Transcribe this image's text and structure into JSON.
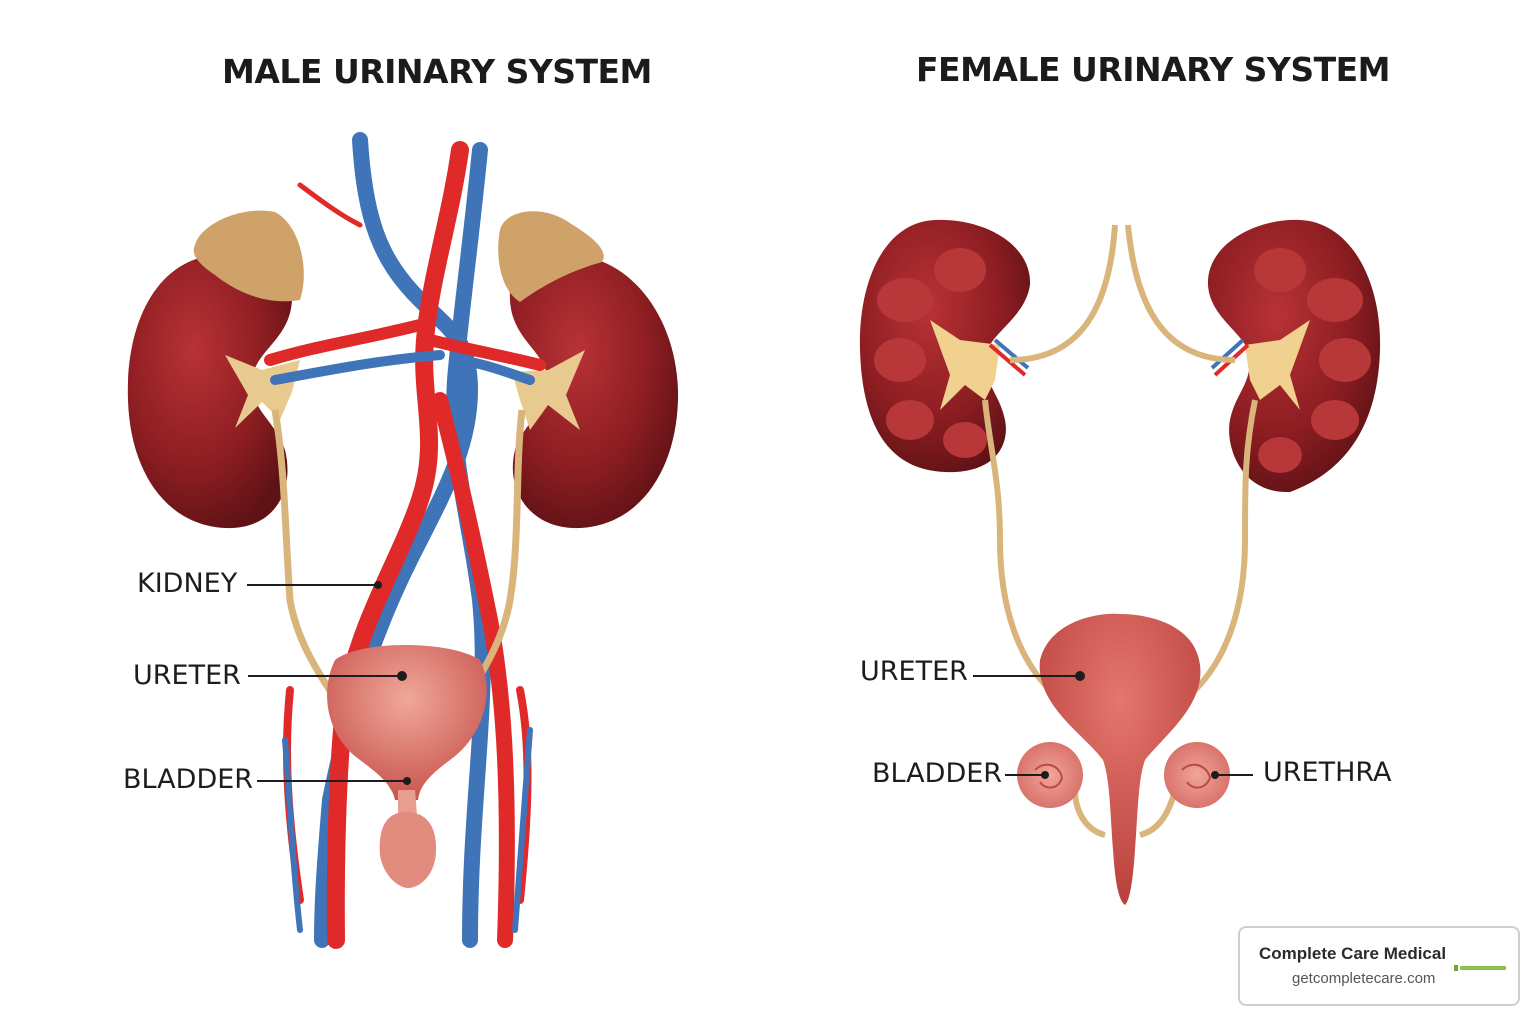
{
  "titles": {
    "male": "MALE URINARY SYSTEM",
    "female": "FEMALE URINARY SYSTEM"
  },
  "male_labels": {
    "kidney": "KIDNEY",
    "ureter": "URETER",
    "bladder": "BLADDER"
  },
  "female_labels": {
    "ureter": "URETER",
    "bladder": "BLADDER",
    "urethra": "URETHRA"
  },
  "badge": {
    "name": "Complete Care Medical",
    "url": "getcompletecare.com"
  },
  "colors": {
    "kidney": "#8e1e22",
    "kidney_dark": "#5e1216",
    "artery": "#e02a2a",
    "vein": "#3f74b8",
    "ureter": "#d9b57c",
    "adrenal": "#cfa26a",
    "bladder": "#d9726a",
    "bladder_light": "#eea597",
    "logo_green": "#6aa832"
  }
}
